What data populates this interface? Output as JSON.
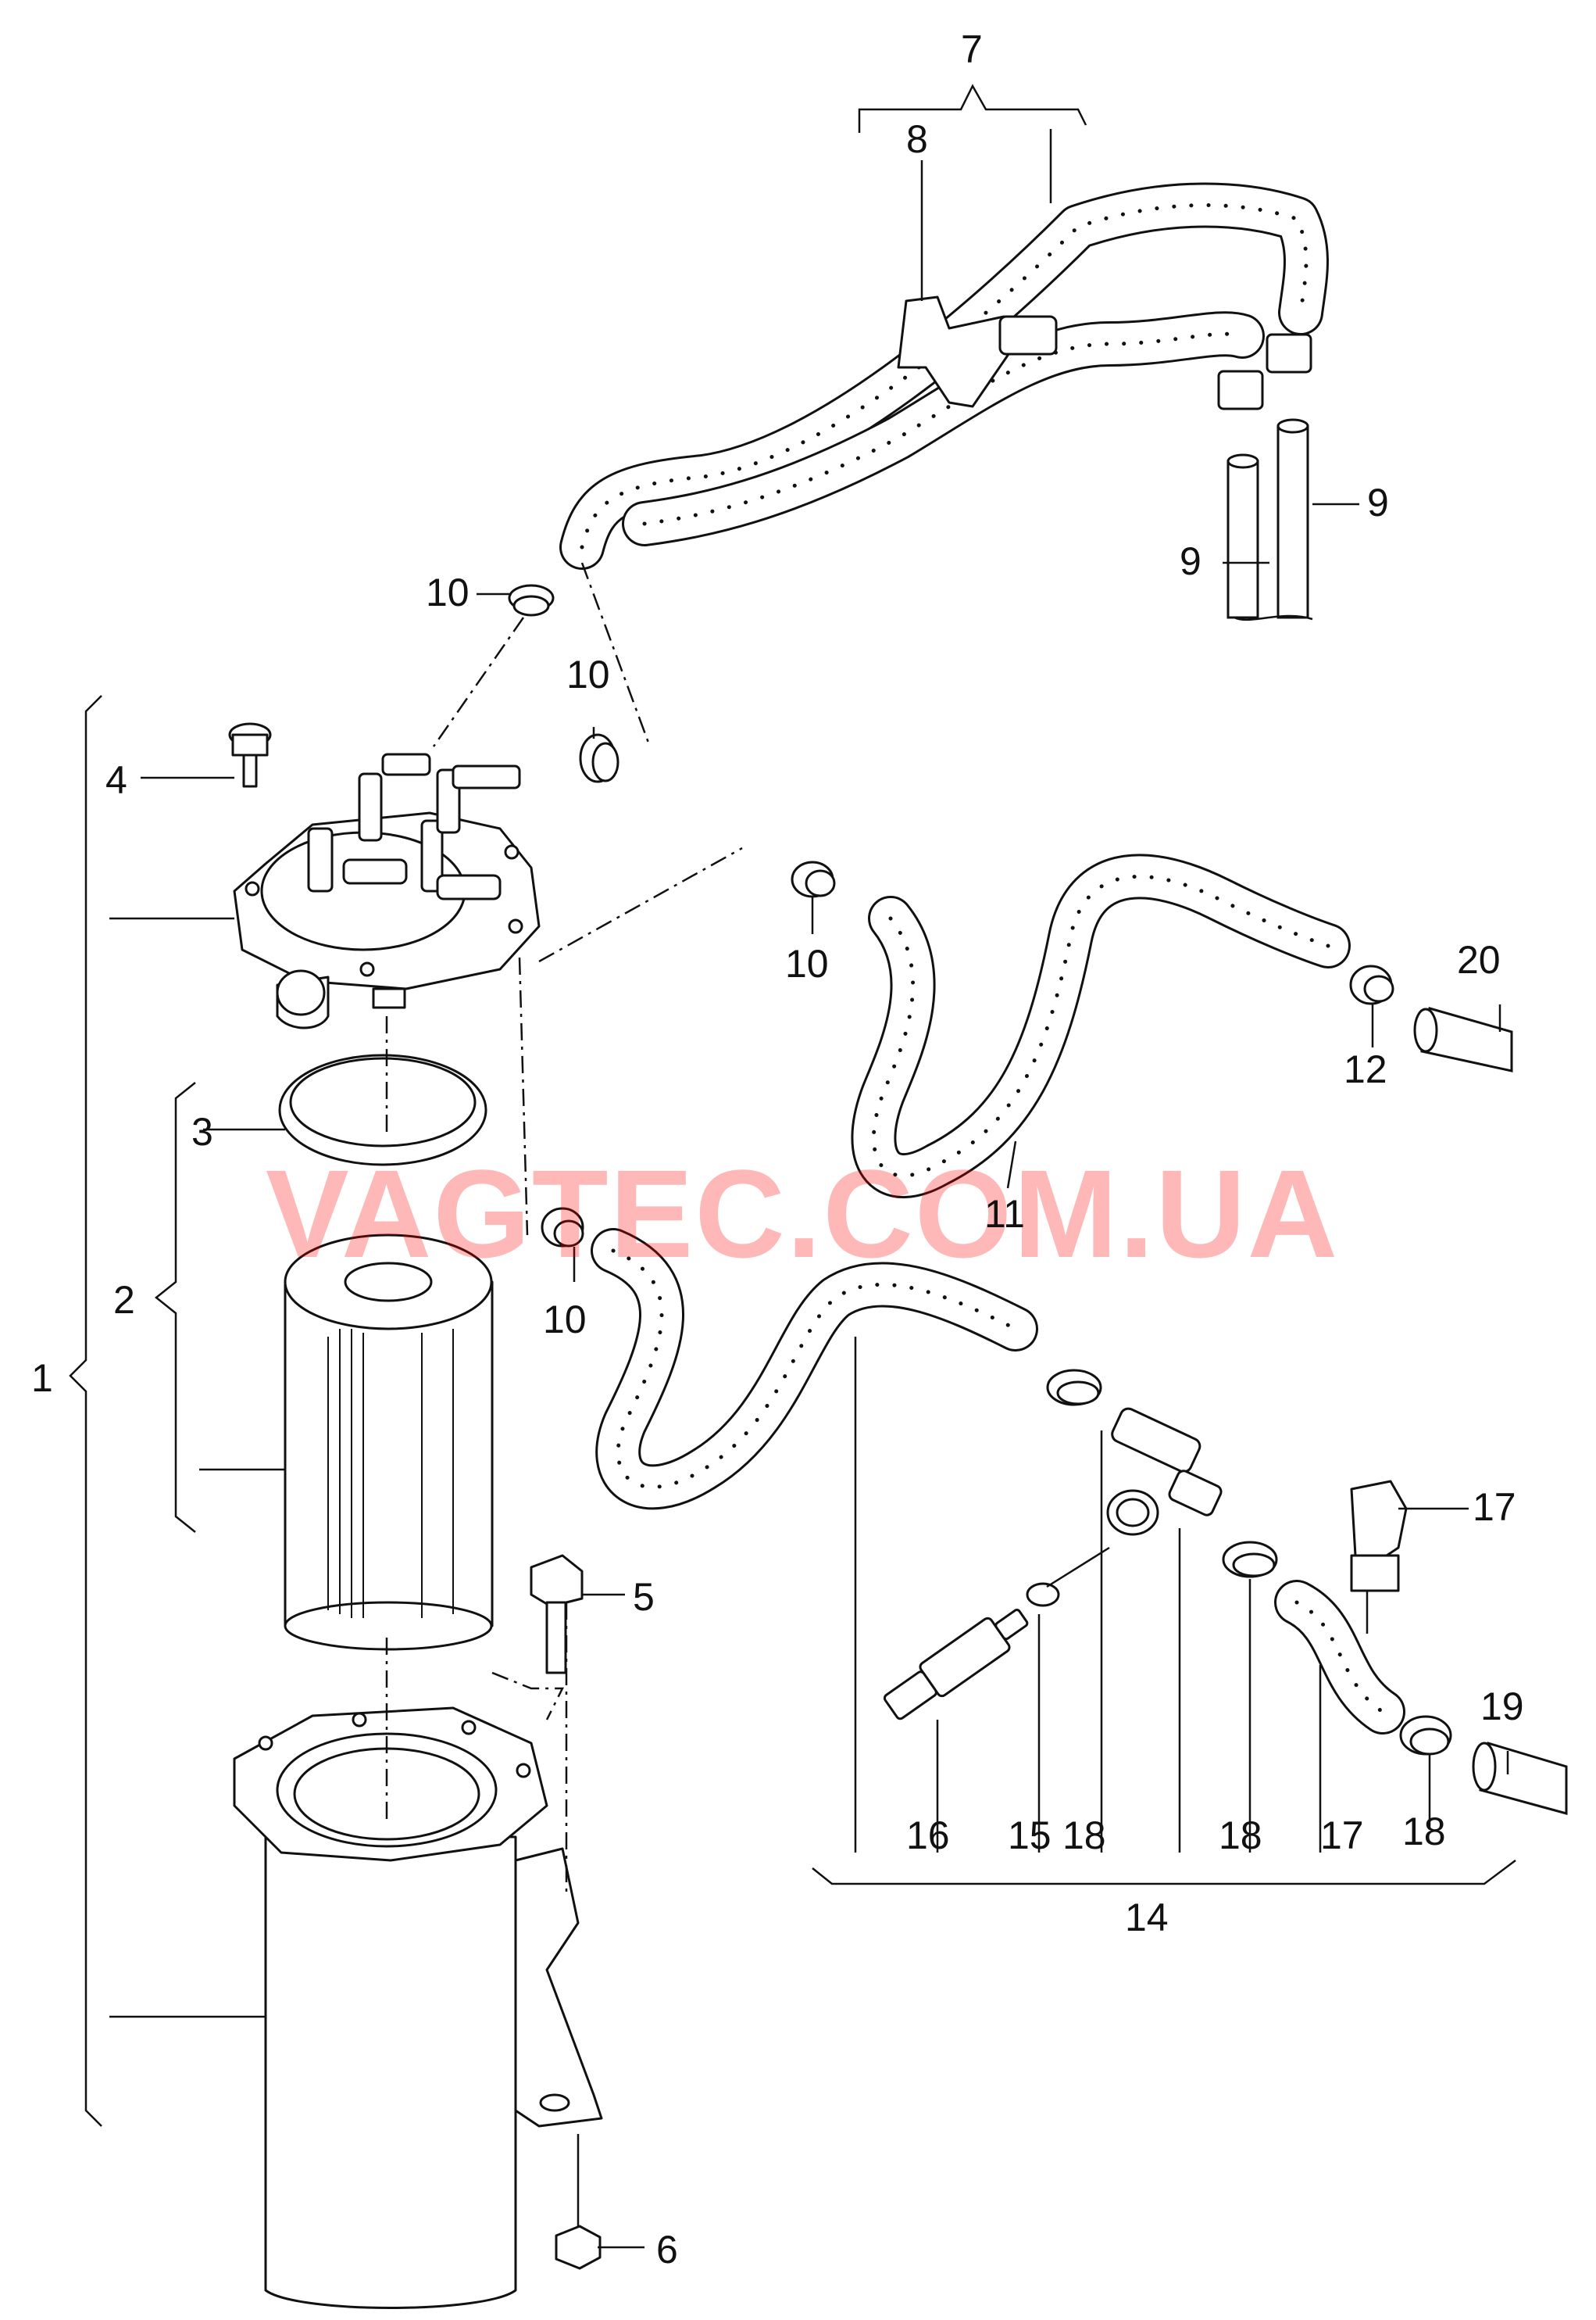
{
  "watermark": "VAGTEC.COM.UA",
  "callouts": [
    {
      "id": "c1",
      "text": "1"
    },
    {
      "id": "c2",
      "text": "2"
    },
    {
      "id": "c3",
      "text": "3"
    },
    {
      "id": "c4",
      "text": "4"
    },
    {
      "id": "c5",
      "text": "5"
    },
    {
      "id": "c6",
      "text": "6"
    },
    {
      "id": "c7",
      "text": "7"
    },
    {
      "id": "c8",
      "text": "8"
    },
    {
      "id": "c9a",
      "text": "9"
    },
    {
      "id": "c9b",
      "text": "9"
    },
    {
      "id": "c10a",
      "text": "10"
    },
    {
      "id": "c10b",
      "text": "10"
    },
    {
      "id": "c10c",
      "text": "10"
    },
    {
      "id": "c10d",
      "text": "10"
    },
    {
      "id": "c11",
      "text": "11"
    },
    {
      "id": "c12",
      "text": "12"
    },
    {
      "id": "c14",
      "text": "14"
    },
    {
      "id": "c15",
      "text": "15"
    },
    {
      "id": "c16",
      "text": "16"
    },
    {
      "id": "c17a",
      "text": "17"
    },
    {
      "id": "c17b",
      "text": "17"
    },
    {
      "id": "c18a",
      "text": "18"
    },
    {
      "id": "c18b",
      "text": "18"
    },
    {
      "id": "c18c",
      "text": "18"
    },
    {
      "id": "c19",
      "text": "19"
    },
    {
      "id": "c20",
      "text": "20"
    }
  ]
}
